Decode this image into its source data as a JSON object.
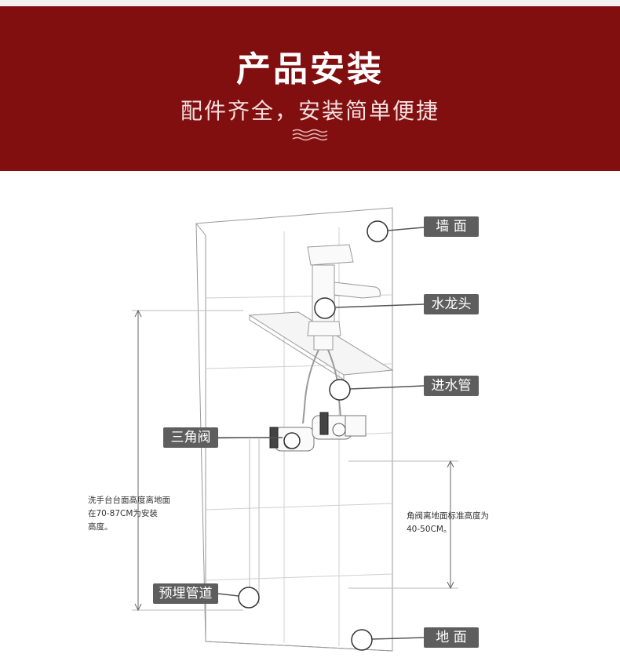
{
  "banner": {
    "title": "产品安装",
    "subtitle": "配件齐全，安装简单便捷",
    "bg_color": "#820f0f",
    "title_color": "#ffffff",
    "wave_icon": "wave-icon"
  },
  "diagram": {
    "callout_color": "#5e5e5e",
    "labels": {
      "wall": "墙 面",
      "faucet": "水龙头",
      "inlet_pipe": "进水管",
      "angle_valve": "三角阀",
      "embedded_pipe": "预埋管道",
      "floor": "地 面"
    },
    "notes": {
      "basin_height": [
        "洗手台台面高度离地面",
        "在70-87CM为安装",
        "高度。"
      ],
      "valve_height": [
        "角阀离地面标准高度为",
        "40-50CM。"
      ]
    }
  }
}
